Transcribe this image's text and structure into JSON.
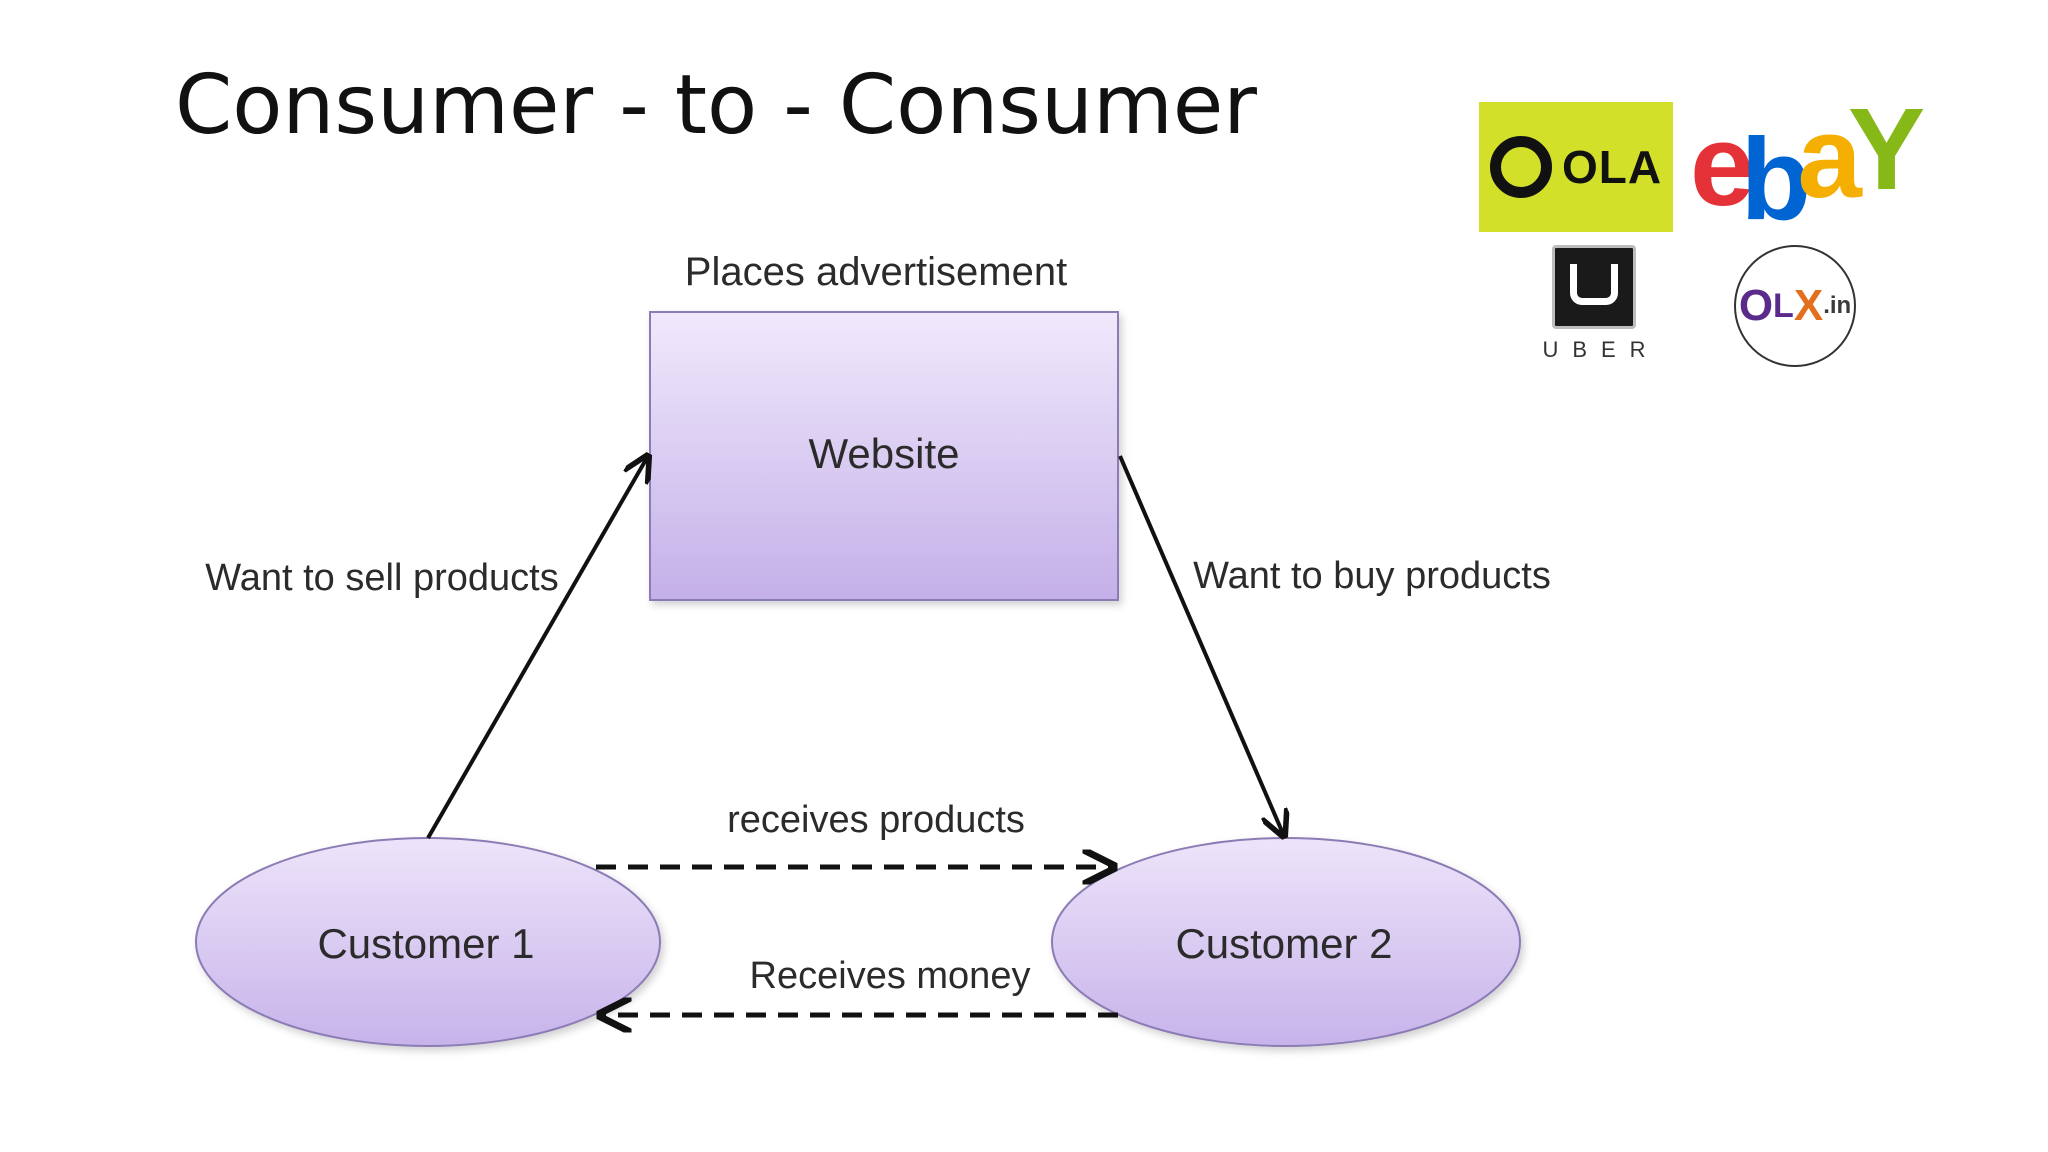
{
  "slide": {
    "title": "Consumer - to - Consumer"
  },
  "diagram": {
    "top_label": "Places advertisement",
    "website": "Website",
    "customer1": "Customer 1",
    "customer2": "Customer 2",
    "sell_label": "Want to sell products",
    "buy_label": "Want to buy products",
    "receives_products": "receives products",
    "receives_money": "Receives money"
  },
  "logos": {
    "ola": "OLA",
    "ebay": [
      "e",
      "b",
      "a",
      "Y"
    ],
    "uber": "UBER",
    "olx": [
      "O",
      "L",
      "X",
      ".in"
    ]
  },
  "colors": {
    "shape_fill_top": "#eee6fb",
    "shape_fill_bottom": "#c5b1e8",
    "shape_stroke": "#8c7bb5",
    "ola_bg": "#d3e02a",
    "ebay_e": "#e53238",
    "ebay_b": "#0064d2",
    "ebay_a": "#f5af02",
    "ebay_y": "#86b817"
  }
}
